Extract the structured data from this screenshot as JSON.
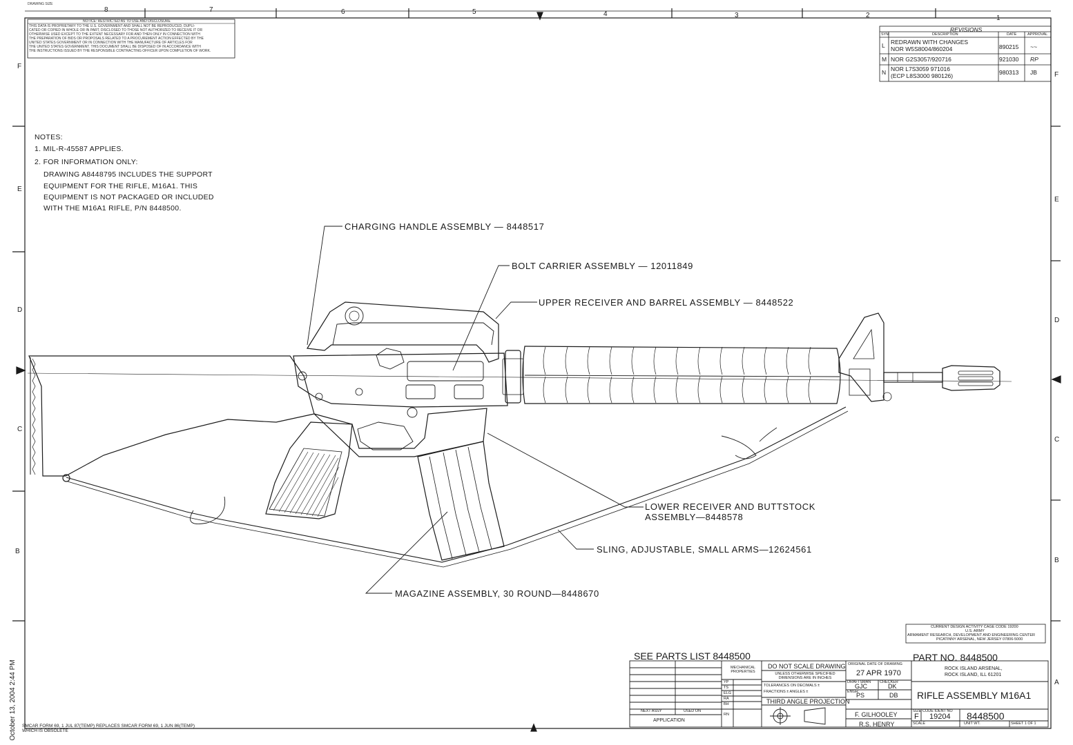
{
  "header": {
    "top_left_fragment": "DRAWING SIZE",
    "zone_top": [
      "8",
      "7",
      "6",
      "5",
      "4",
      "3",
      "2",
      "1"
    ],
    "zone_left": [
      "F",
      "E",
      "D",
      "C",
      "B"
    ],
    "zone_right": [
      "F",
      "E",
      "D",
      "C",
      "B",
      "A"
    ],
    "notice_title": "NOTICE: RESTRICTED AS TO USE AND DISCLOSURE",
    "notice_lines": [
      "THIS DATA IS PROPRIETARY TO THE U.S. GOVERNMENT AND SHALL NOT BE REPRODUCED, DUPLI-",
      "CATED OR COPIED IN WHOLE OR IN PART, DISCLOSED TO THOSE NOT AUTHORIZED TO RECEIVE IT OR",
      "OTHERWISE USED EXCEPT TO THE EXTENT NECESSARY FOR AND THEN ONLY IN CONNECTION WITH",
      "THE PREPARATION OF BIDS OR PROPOSALS RELATED TO A PROCUREMENT ACTION EFFECTED BY THE",
      "UNITED STATES GOVERNMENT OR IN CONNECTION WITH THE MANUFACTURE OF ARTICLES FOR",
      "THE UNITED STATES GOVERNMENT. THIS DOCUMENT SHALL BE DISPOSED OF IN ACCORDANCE WITH",
      "THE INSTRUCTIONS ISSUED BY THE RESPONSIBLE CONTRACTING OFFICER UPON COMPLETION OF WORK."
    ]
  },
  "revisions": {
    "title": "REVISIONS",
    "col_sym": "SYM",
    "col_desc": "DESCRIPTION",
    "col_date": "DATE",
    "col_appr": "APPROVAL",
    "rows": [
      {
        "sym": "L",
        "desc1": "REDRAWN WITH CHANGES",
        "desc2": "NOR W5S8004/860204",
        "date": "890215",
        "appr": "~~"
      },
      {
        "sym": "M",
        "desc1": "NOR G2S3057/920716",
        "desc2": "",
        "date": "921030",
        "appr": "RP"
      },
      {
        "sym": "N",
        "desc1": "NOR L7S3059 971016",
        "desc2": "(ECP L8S3000 980126)",
        "date": "980313",
        "appr": "JB"
      }
    ]
  },
  "notes": {
    "heading": "NOTES:",
    "lines": [
      "1. MIL-R-45587 APPLIES.",
      "2. FOR INFORMATION ONLY:",
      "DRAWING A8448795 INCLUDES THE SUPPORT",
      "EQUIPMENT FOR THE RIFLE, M16A1. THIS",
      "EQUIPMENT IS NOT PACKAGED OR INCLUDED",
      "WITH THE M16A1 RIFLE, P/N 8448500."
    ]
  },
  "callouts": {
    "charging_handle": "CHARGING HANDLE ASSEMBLY — 8448517",
    "bolt_carrier": "BOLT CARRIER ASSEMBLY — 12011849",
    "upper_receiver": "UPPER RECEIVER AND BARREL ASSEMBLY — 8448522",
    "lower_receiver_1": "LOWER RECEIVER AND BUTTSTOCK",
    "lower_receiver_2": "ASSEMBLY—8448578",
    "sling": "SLING, ADJUSTABLE, SMALL ARMS—12624561",
    "magazine": "MAGAZINE ASSEMBLY, 30 ROUND—8448670"
  },
  "cage_block": {
    "line1": "CURRENT DESIGN ACTIVITY CAGE CODE 19200",
    "line2": "U.S. ARMY",
    "line3": "ARMAMENT RESEARCH, DEVELOPMENT AND ENGINEERING CENTER",
    "line4": "PICATINNY ARSENAL, NEW JERSEY 07806-5000"
  },
  "title_block": {
    "parts_list": "SEE PARTS LIST 8448500",
    "part_no": "PART NO. 8448500",
    "mech_props": "MECHANICAL PROPERTIES",
    "do_not_scale": "DO NOT SCALE DRAWING",
    "dims_note": "UNLESS OTHERWISE SPECIFIED DIMENSIONS ARE IN INCHES",
    "tolerances": "TOLERANCES ON DECIMALS ±",
    "fractions": "FRACTIONS ±      ANGLES ±",
    "projection": "THIRD ANGLE PROJECTION",
    "props_rows": [
      "YP",
      "TS",
      "ELG",
      "RA",
      "BH",
      "RN"
    ],
    "next_assy": "NEXT ASSY",
    "used_on": "USED ON",
    "application": "APPLICATION",
    "orig_date_label": "ORIGINAL DATE OF DRAWING",
    "orig_date": "27 APR 1970",
    "draftsman_label": "DRAFTSMAN",
    "draftsman": "GJC",
    "checker_label": "CHECKER",
    "checker": "DK",
    "engr_label": "ENGR",
    "engr": "PS",
    "engr2": "DB",
    "sign1": "F. GILHOOLEY",
    "sign2": "R.S. HENRY",
    "activity_1": "ROCK ISLAND ARSENAL,",
    "activity_2": "ROCK ISLAND, ILL 61201",
    "title": "RIFLE ASSEMBLY M16A1",
    "size_label": "SIZE",
    "code_ident_label": "CODE IDENT NO",
    "size": "F",
    "code_ident": "19204",
    "dwg_no": "8448500",
    "scale_label": "SCALE",
    "unit_wt_label": "UNIT WT.",
    "sheet_label": "SHEET 1 OF 1"
  },
  "footer": {
    "form_line1": "SMCAR FORM 69, 1 JUL 87(TEMP) REPLACES SMCAR FORM 69, 1 JUN 86(TEMP)",
    "form_line2": "WHICH IS OBSOLETE",
    "timestamp": "October 13, 2004 2:44 PM"
  }
}
